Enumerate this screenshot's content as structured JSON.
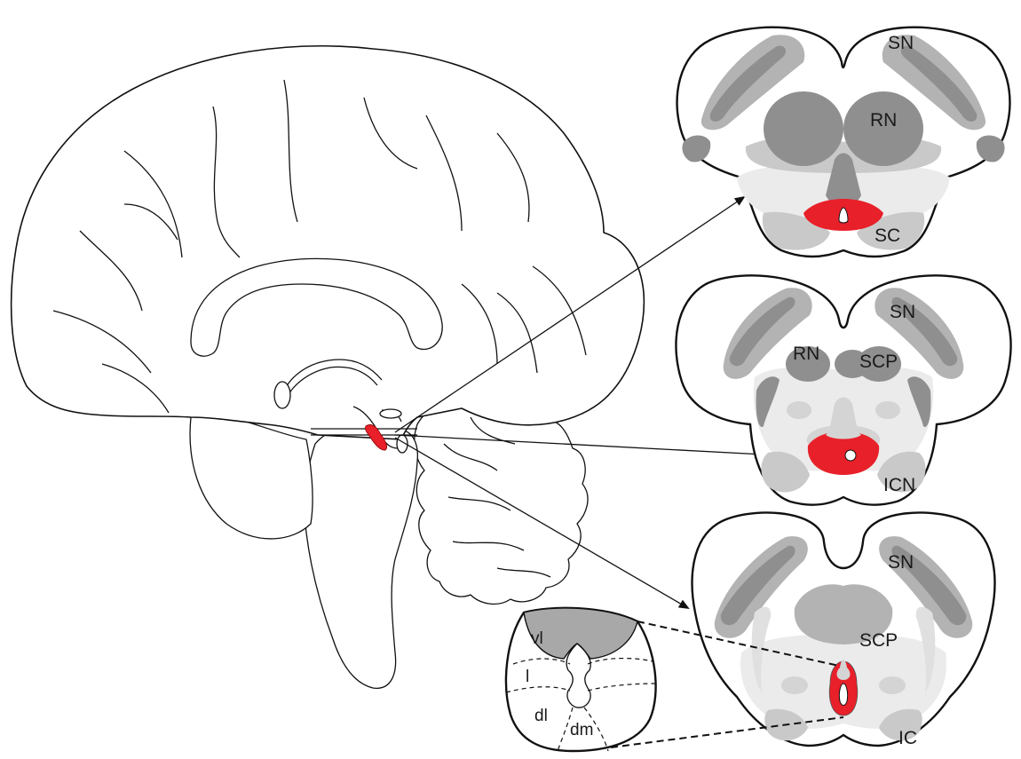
{
  "figure": {
    "sections": [
      {
        "id": "rostral",
        "labels": [
          "SN",
          "RN",
          "SC"
        ]
      },
      {
        "id": "middle",
        "labels": [
          "SN",
          "RN",
          "SCP",
          "ICN"
        ]
      },
      {
        "id": "caudal",
        "labels": [
          "SN",
          "SCP",
          "IC"
        ]
      }
    ],
    "subdivision_inset": {
      "labels": [
        "vl",
        "l",
        "dl",
        "dm"
      ]
    },
    "colors": {
      "highlight": "#e8202a",
      "outline": "#111111",
      "dark_gray": "#8f8f8f",
      "mid_gray": "#b3b3b3",
      "light_gray": "#d4d4d4",
      "pale_gray": "#ebebeb"
    }
  }
}
